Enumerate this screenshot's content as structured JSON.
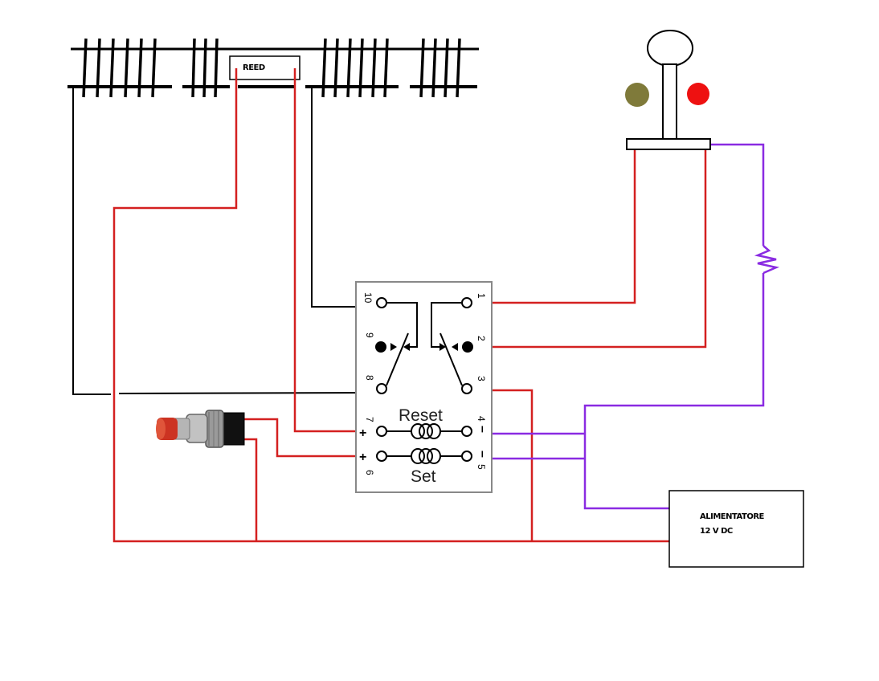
{
  "reed_label": "REED",
  "relay": {
    "coil_reset_label": "Reset",
    "coil_set_label": "Set",
    "pins": {
      "p1": "1",
      "p2": "2",
      "p3": "3",
      "p4": "4",
      "p5": "5",
      "p6": "6",
      "p7": "7",
      "p8": "8",
      "p9": "9",
      "p10": "10"
    },
    "signs": {
      "pin7": "+",
      "pin6": "+",
      "pin4": "–",
      "pin5": "–"
    }
  },
  "power_supply": {
    "line1": "ALIMENTATORE",
    "line2": "12 V DC"
  },
  "colors": {
    "wire_red": "#d42020",
    "wire_black": "#000000",
    "wire_purple": "#8a2be2",
    "lamp_red": "#ee1111",
    "lamp_olive": "#7f7a3a",
    "button_red": "#cc3322"
  },
  "icons": [
    "track-sleepers-icon",
    "reed-switch-icon",
    "signal-icon",
    "resistor-icon",
    "push-button-icon",
    "relay-icon",
    "coil-icon"
  ]
}
